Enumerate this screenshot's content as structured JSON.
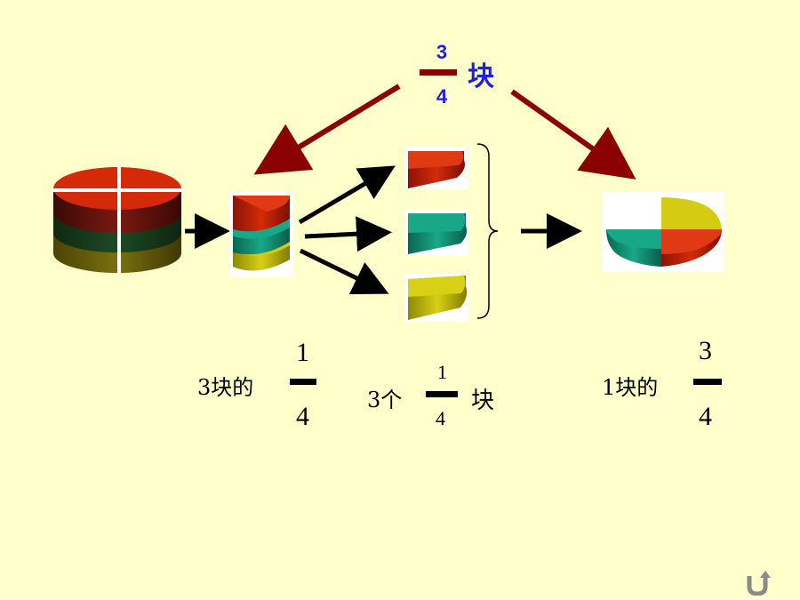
{
  "top_label": {
    "numerator": "3",
    "denominator": "4",
    "unit": "块",
    "color": "#1F1FE0",
    "bar_color": "#8B0000"
  },
  "captions": {
    "left": {
      "prefix": "3块的",
      "numerator": "1",
      "denominator": "4"
    },
    "middle": {
      "prefix": "3个",
      "numerator": "1",
      "denominator": "4",
      "suffix": "块"
    },
    "right": {
      "prefix": "1块的",
      "numerator": "3",
      "denominator": "4"
    }
  },
  "colors": {
    "background": "#FFFFCC",
    "red": "#D42A0A",
    "teal": "#159C80",
    "yellow": "#C9C20E",
    "dark_red_arrow": "#8B0000",
    "black_arrow": "#000000"
  },
  "icons": {
    "back": "return-arrow-icon"
  }
}
